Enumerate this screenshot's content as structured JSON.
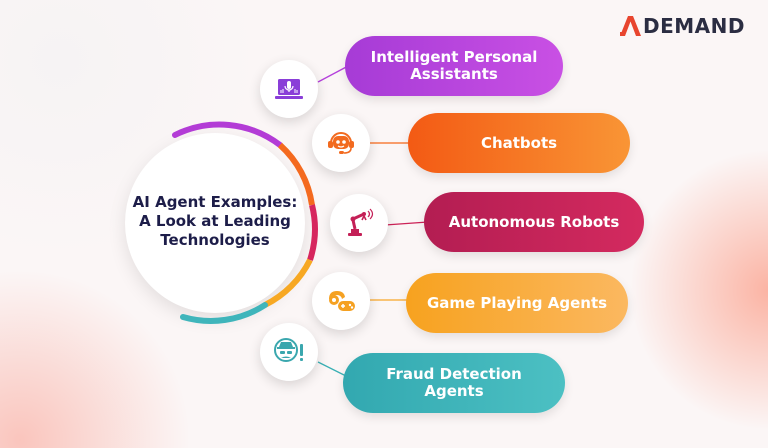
{
  "brand": {
    "logo_text": "DEMAND",
    "logo_mark_color": "#e8452e",
    "logo_text_color": "#2b2d42"
  },
  "hub": {
    "title": "AI Agent Examples: A Look at Leading Technologies",
    "ring_colors": [
      "#b33cd6",
      "#f46a1f",
      "#d6265e",
      "#f7a823",
      "#3fb5bb"
    ]
  },
  "items": [
    {
      "label": "Intelligent Personal Assistants",
      "icon": "voice-assistant-laptop-icon",
      "color": "#b540dc"
    },
    {
      "label": "Chatbots",
      "icon": "chatbot-headset-icon",
      "color": "#f6681a"
    },
    {
      "label": "Autonomous Robots",
      "icon": "robotic-arm-icon",
      "color": "#cc2257"
    },
    {
      "label": "Game Playing Agents",
      "icon": "brain-gamepad-icon",
      "color": "#f8a628"
    },
    {
      "label": "Fraud Detection Agents",
      "icon": "spy-alert-icon",
      "color": "#3ab0b5"
    }
  ]
}
